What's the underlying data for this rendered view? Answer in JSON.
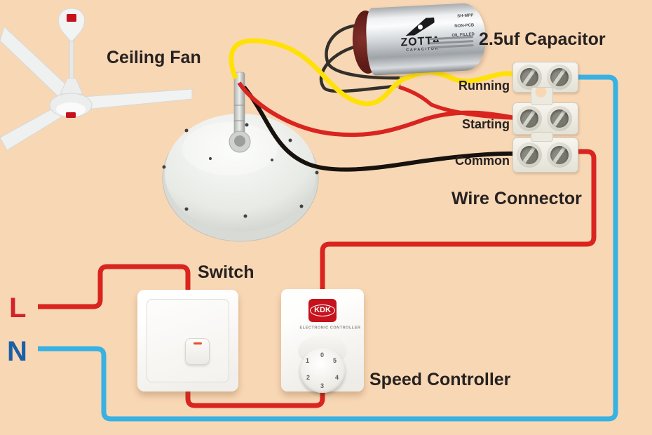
{
  "labels": {
    "ceiling_fan": "Ceiling Fan",
    "capacitor": "2.5uf Capacitor",
    "wire_connector": "Wire Connector",
    "switch": "Switch",
    "speed_controller": "Speed Controller",
    "live": "L",
    "neutral": "N"
  },
  "connector": {
    "rows": [
      {
        "label": "Running"
      },
      {
        "label": "Starting"
      },
      {
        "label": "Common"
      }
    ]
  },
  "capacitor_device": {
    "brand": "ZOTTA",
    "brand_sub": "CAPACITOR",
    "specs": [
      "SH-MPP",
      "NON-PCB",
      "OIL FILLED"
    ]
  },
  "controller_device": {
    "brand": "KDK",
    "subtitle": "ELECTRONIC CONTROLLER",
    "dial": [
      "0",
      "1",
      "2",
      "3",
      "4",
      "5"
    ]
  },
  "colors": {
    "background": "#f8d7b5",
    "wire_red": "#d9241f",
    "wire_blue": "#38b1e3",
    "wire_yellow": "#ffe10a",
    "wire_black": "#17120e",
    "lead_dark": "#33302a",
    "lead_tip": "#b8b29f",
    "label_text": "#272120",
    "live_text": "#d3222a",
    "neutral_text": "#1d5fa6",
    "brand_red": "#c5121c"
  }
}
